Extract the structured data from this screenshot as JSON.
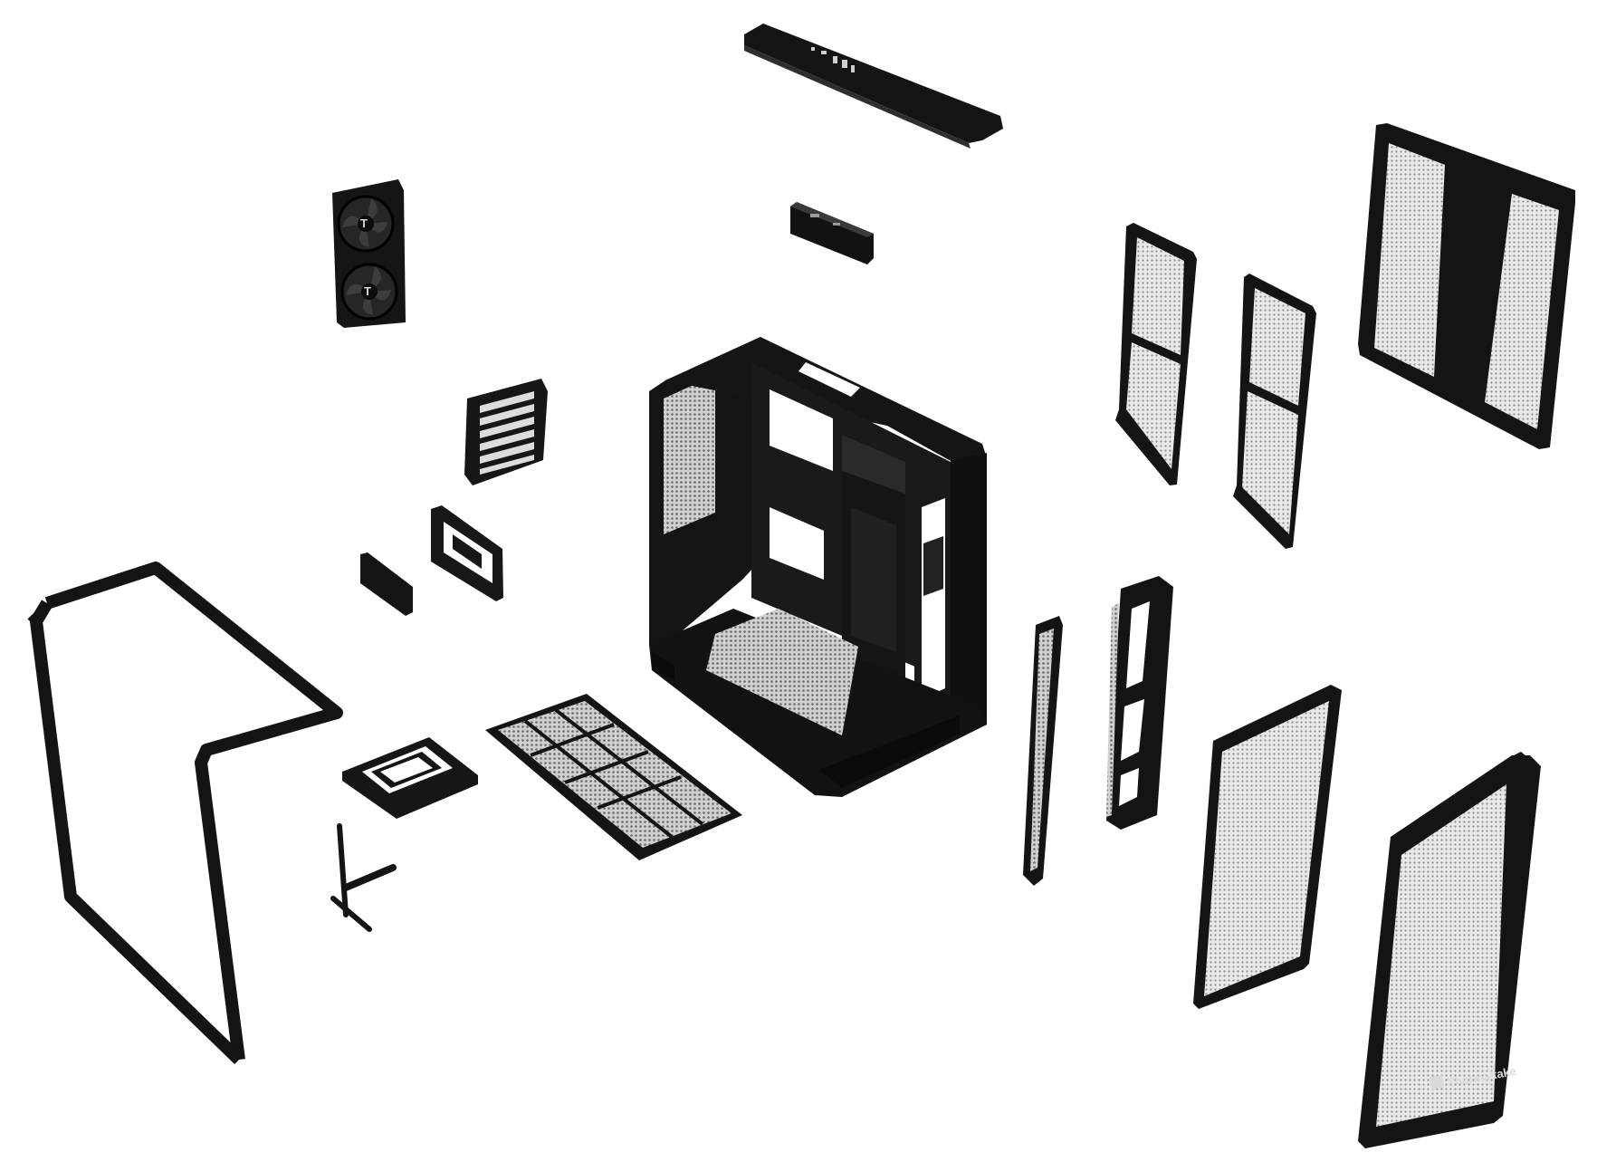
{
  "scene": {
    "background": "#ffffff",
    "part_color": "#111111",
    "part_edge": "#3a3a3a",
    "mesh_color": "#e6e6e6",
    "mesh_dot": "#8a8a8a"
  },
  "brand": {
    "logo_text": "Thermaltake"
  },
  "parts": [
    {
      "name": "top-panel"
    },
    {
      "name": "front-io-module"
    },
    {
      "name": "dual-fan-bracket"
    },
    {
      "name": "expansion-slot-bracket"
    },
    {
      "name": "psu-bracket"
    },
    {
      "name": "small-cover-plate"
    },
    {
      "name": "chassis-frame"
    },
    {
      "name": "glass-panel-l-frame"
    },
    {
      "name": "drive-tray"
    },
    {
      "name": "bottom-dust-filter"
    },
    {
      "name": "gpu-support-bracket"
    },
    {
      "name": "side-mesh-filter-1"
    },
    {
      "name": "side-mesh-filter-2"
    },
    {
      "name": "rear-mesh-panel"
    },
    {
      "name": "vertical-strip-mesh"
    },
    {
      "name": "cable-management-bar"
    },
    {
      "name": "right-mesh-panel"
    },
    {
      "name": "front-mesh-panel"
    }
  ]
}
